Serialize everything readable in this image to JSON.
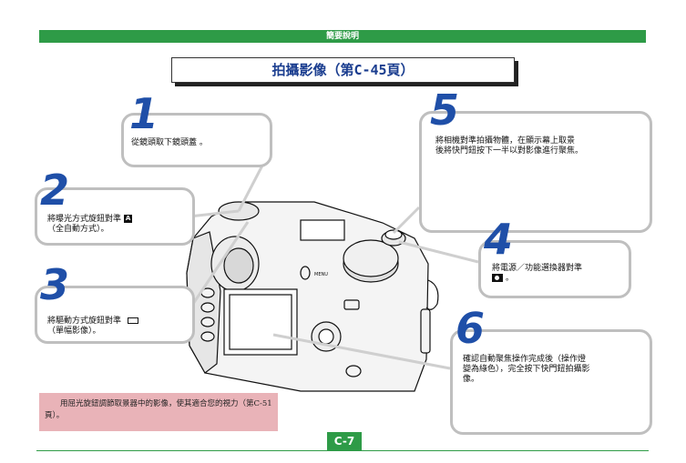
{
  "header": {
    "title": "簡要說明"
  },
  "page_title": "拍攝影像（第C-45頁）",
  "steps": [
    {
      "num": "1",
      "text": "從鏡頭取下鏡頭蓋 。"
    },
    {
      "num": "2",
      "text_line1": "將曝光方式旋鈕對準",
      "icon": "auto-mode-icon",
      "icon_label": "A",
      "text_line2": "（全自動方式）。"
    },
    {
      "num": "3",
      "text_line1": "將驅動方式旋鈕對準",
      "icon": "single-frame-icon",
      "text_line2": "（單幅影像）。"
    },
    {
      "num": "4",
      "text_line1": "將電源／功能選換器對準",
      "icon": "camera-icon",
      "text_line2": "。"
    },
    {
      "num": "5",
      "text_line1": "將相機對準拍攝物體，在顯示幕上取景",
      "text_line2": "後將快門鈕按下一半以對影像進行聚焦。"
    },
    {
      "num": "6",
      "text_line1": "確認自動聚焦操作完成後（操作燈",
      "text_line2": "變為綠色），完全按下快門鈕拍攝影",
      "text_line3": "像。"
    }
  ],
  "tip": {
    "text": "用屈光旋鈕調節取景器中的影像，使其適合您的視力（第C-51頁）。"
  },
  "camera_labels": {
    "menu": "MENU"
  },
  "footer": {
    "page_number": "C-7"
  },
  "colors": {
    "accent_green": "#2e9b47",
    "number_blue": "#1f4fa8",
    "tip_pink": "#e9b3b8",
    "callout_border": "#bfbfbf"
  }
}
